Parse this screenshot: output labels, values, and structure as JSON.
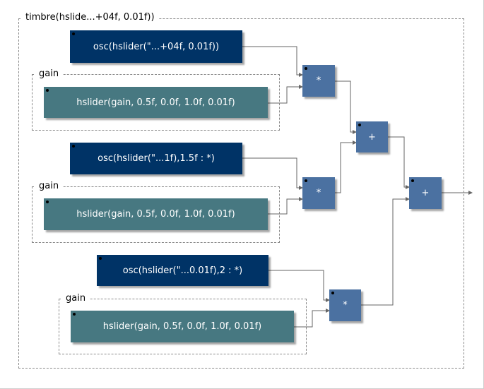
{
  "diagram": {
    "outer_group_label": "timbre(hslide...+04f, 0.01f))",
    "rows": [
      {
        "osc_label": "osc(hslider(\"...+04f, 0.01f))",
        "gain_group_label": "gain",
        "slider_label": "hslider(gain, 0.5f, 0.0f, 1.0f, 0.01f)",
        "mult_label": "*"
      },
      {
        "osc_label": "osc(hslider(\"...1f),1.5f : *)",
        "gain_group_label": "gain",
        "slider_label": "hslider(gain, 0.5f, 0.0f, 1.0f, 0.01f)",
        "mult_label": "*"
      },
      {
        "osc_label": "osc(hslider(\"...0.01f),2 : *)",
        "gain_group_label": "gain",
        "slider_label": "hslider(gain, 0.5f, 0.0f, 1.0f, 0.01f)",
        "mult_label": "*"
      }
    ],
    "add1_label": "+",
    "add2_label": "+",
    "colors": {
      "osc": "#003366",
      "slider": "#477881",
      "operator": "#4b71a1",
      "wire": "#666666",
      "group_border": "#8a8a8a"
    }
  }
}
